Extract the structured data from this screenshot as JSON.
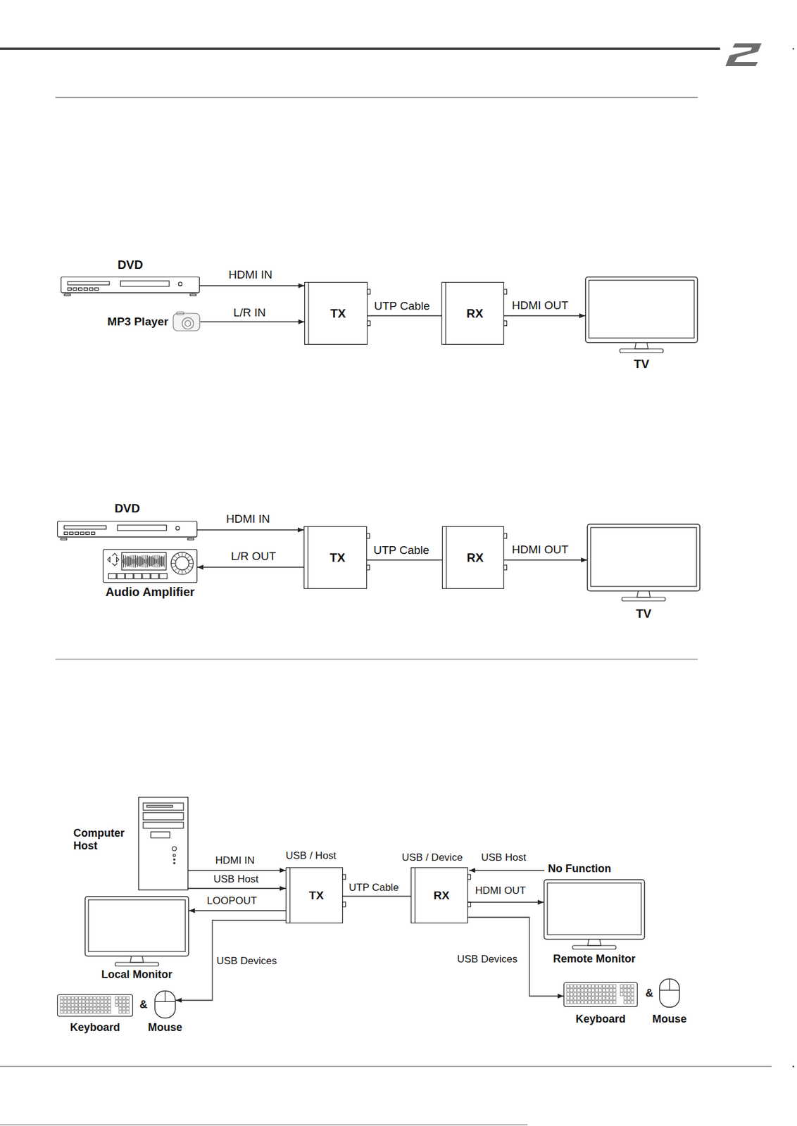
{
  "diagram": {
    "nodes": [
      {
        "text": [
          "DVD"
        ]
      },
      {
        "text": [
          "MP3 Player"
        ]
      },
      {
        "text": [
          "TX"
        ]
      },
      {
        "text": [
          "RX"
        ]
      },
      {
        "text": [
          "TV"
        ]
      },
      {
        "text": [
          "DVD"
        ]
      },
      {
        "text": [
          "Audio Amplifier"
        ]
      },
      {
        "text": [
          "TX"
        ]
      },
      {
        "text": [
          "RX"
        ]
      },
      {
        "text": [
          "TV"
        ]
      },
      {
        "text": [
          "Computer Host"
        ]
      },
      {
        "text": [
          "TX"
        ]
      },
      {
        "text": [
          "RX"
        ]
      },
      {
        "text": [
          "Local Monitor"
        ]
      },
      {
        "text": [
          "Remote Monitor"
        ]
      },
      {
        "text": [
          "Keyboard"
        ]
      },
      {
        "text": [
          "Mouse"
        ]
      },
      {
        "text": [
          "Keyboard"
        ]
      },
      {
        "text": [
          "Mouse"
        ]
      }
    ],
    "edges": [
      {
        "from": 0,
        "to": 2,
        "label": "HDMI IN",
        "arrow": "to"
      },
      {
        "from": 1,
        "to": 2,
        "label": "L/R IN",
        "arrow": "to"
      },
      {
        "from": 2,
        "to": 3,
        "label": "UTP Cable",
        "arrow": "none"
      },
      {
        "from": 3,
        "to": 4,
        "label": "HDMI OUT",
        "arrow": "to"
      },
      {
        "from": 5,
        "to": 7,
        "label": "HDMI IN",
        "arrow": "to"
      },
      {
        "from": 7,
        "to": 6,
        "label": "L/R OUT",
        "arrow": "to"
      },
      {
        "from": 7,
        "to": 8,
        "label": "UTP Cable",
        "arrow": "none"
      },
      {
        "from": 8,
        "to": 9,
        "label": "HDMI OUT",
        "arrow": "to"
      },
      {
        "from": 10,
        "to": 11,
        "label": "HDMI IN",
        "arrow": "to"
      },
      {
        "from": 10,
        "to": 11,
        "label": "USB Host",
        "arrow": "to"
      },
      {
        "from": 11,
        "to": 13,
        "label": "LOOPOUT",
        "arrow": "to"
      },
      {
        "from": 11,
        "to": 12,
        "label": "UTP Cable",
        "arrow": "none"
      },
      {
        "from": 12,
        "to": 14,
        "label": "HDMI OUT",
        "arrow": "to"
      },
      {
        "from": 11,
        "to": 16,
        "label": "USB Devices",
        "arrow": "to"
      },
      {
        "from": 12,
        "to": 17,
        "label": "USB Devices",
        "arrow": "to"
      }
    ],
    "labels": [
      "USB / Host",
      "USB / Device",
      "USB Host",
      "No Function",
      "&",
      "&"
    ]
  }
}
